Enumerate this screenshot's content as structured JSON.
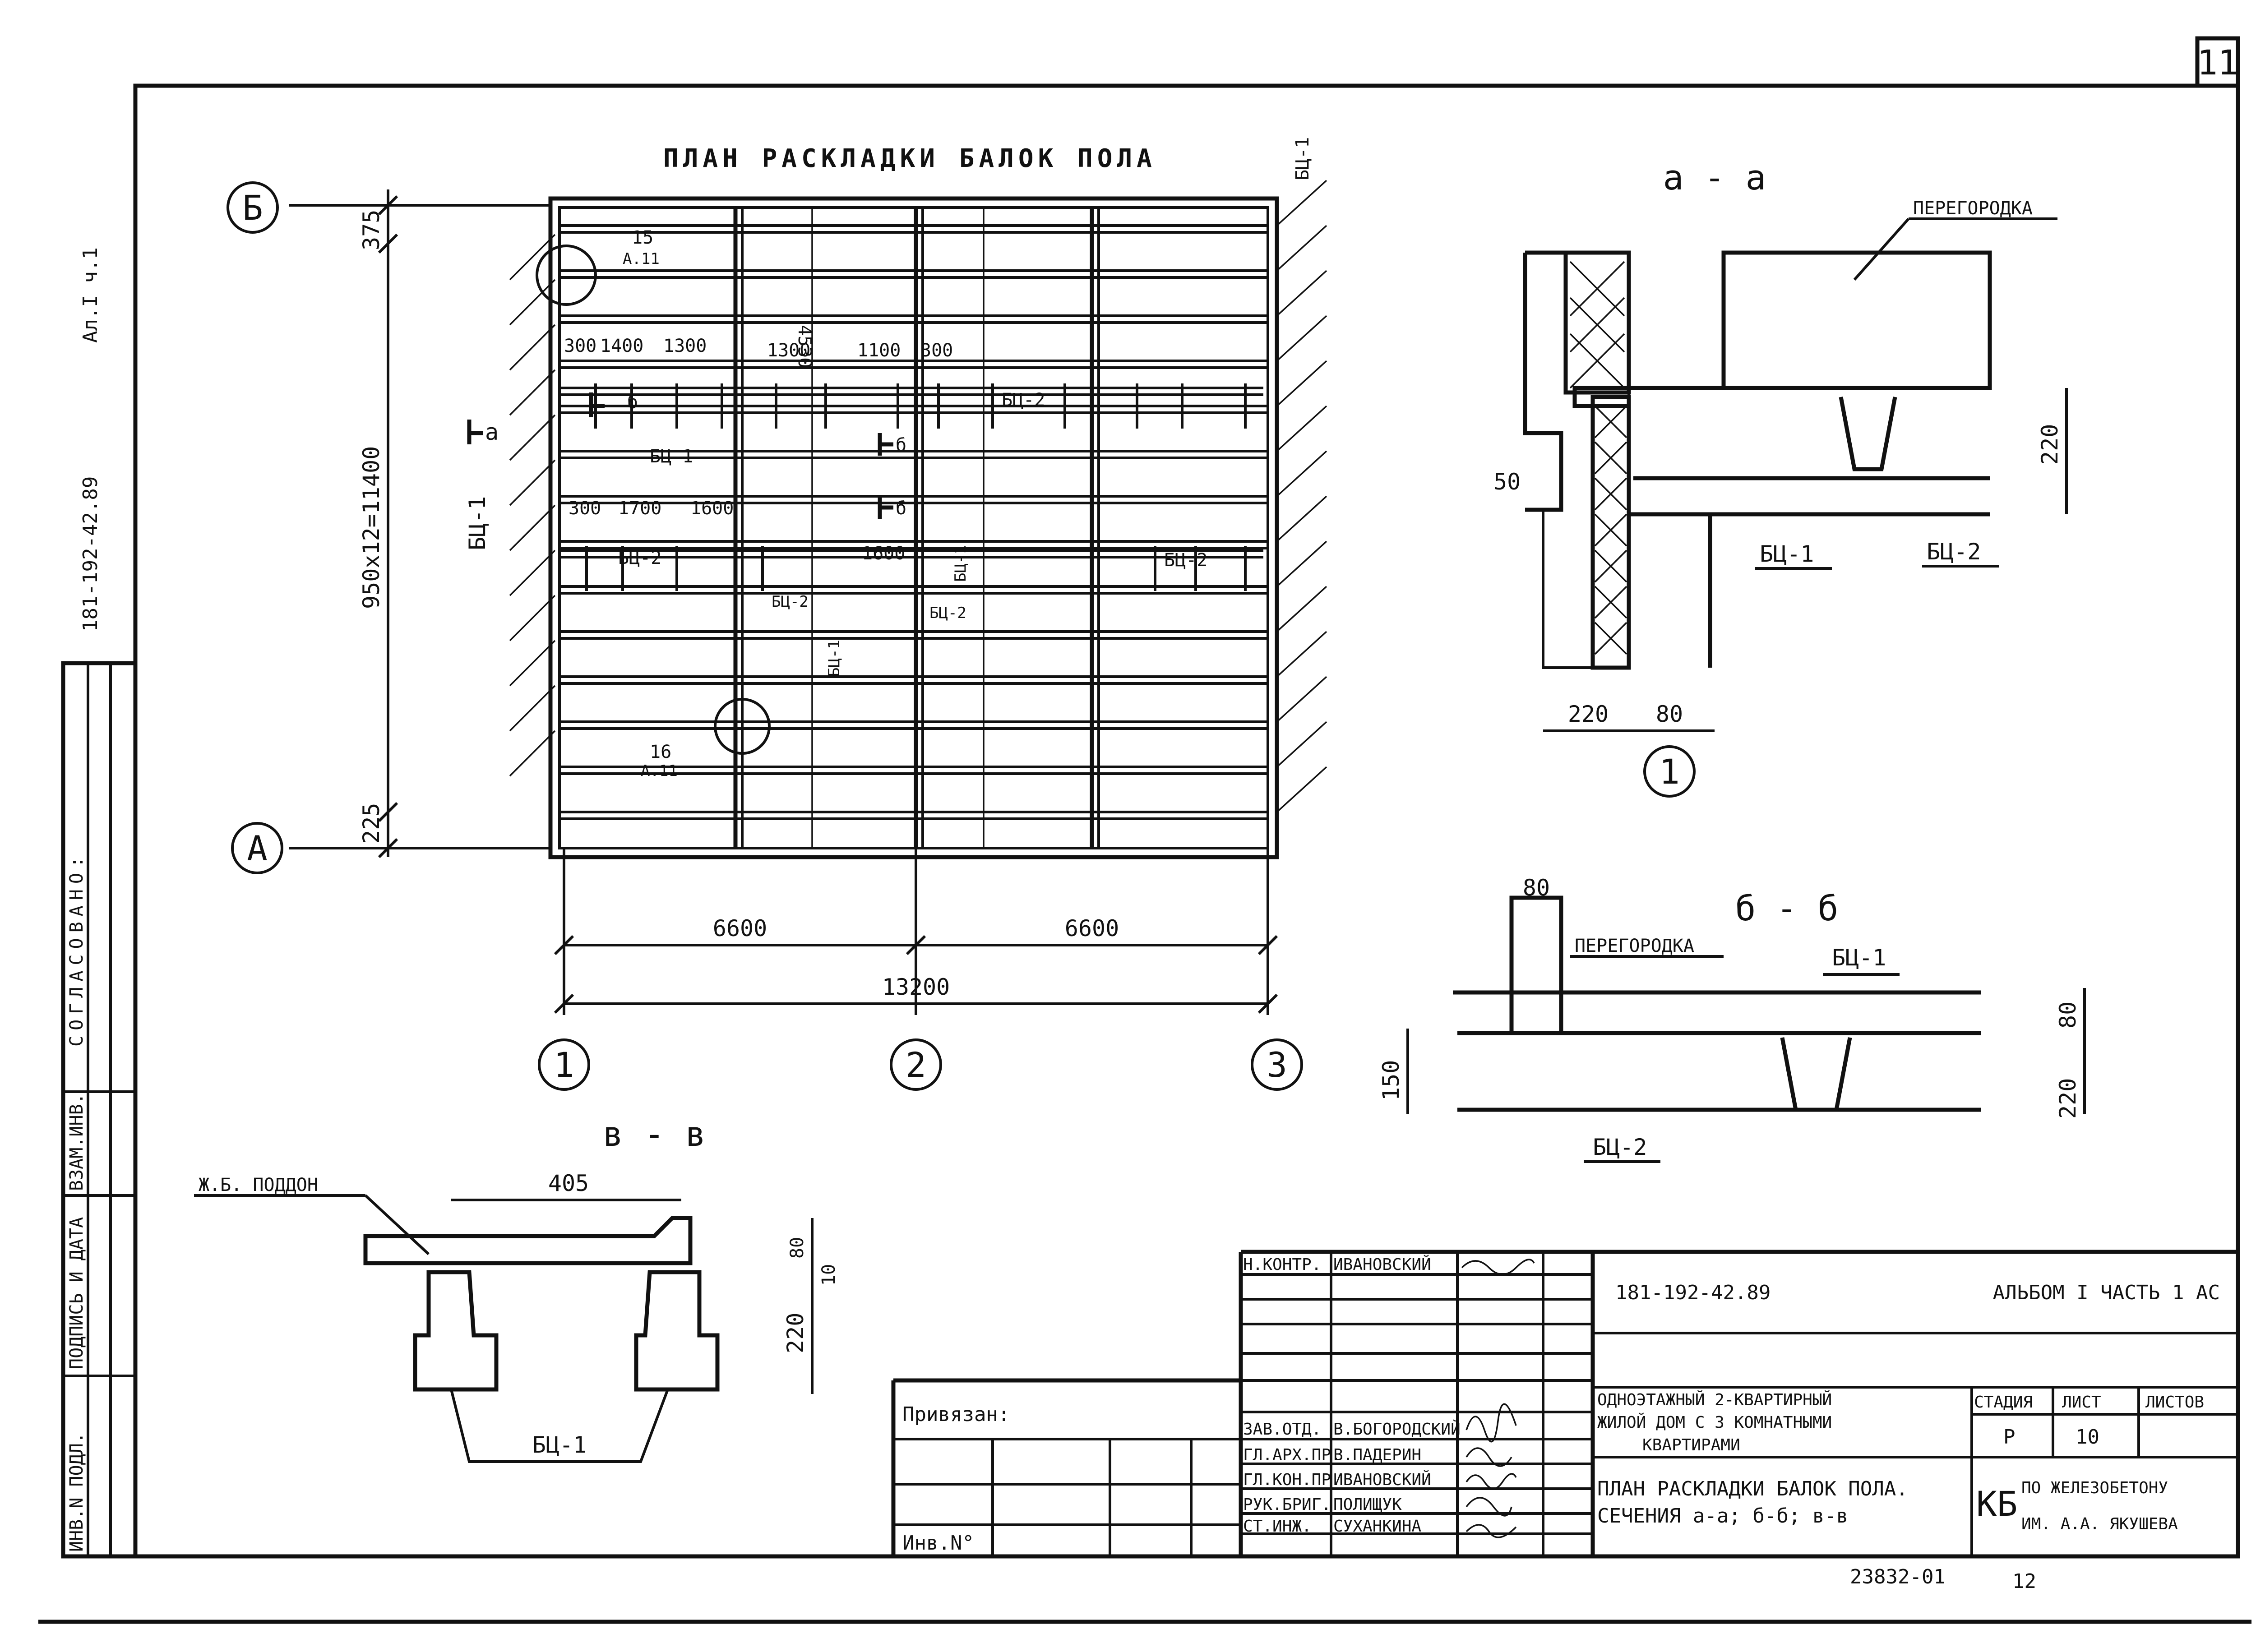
{
  "sheet": {
    "number": "11",
    "code_vertical": "181-192-42.89",
    "album_vertical": "Ал.I ч.1",
    "soglasovano": "СОГЛАСОВАНО:",
    "side_stamp": [
      "ВЗАМ.ИНВ.",
      "ПОДПИСЬ И ДАТА",
      "ИНВ.N ПОДЛ."
    ],
    "footer_number": "23832-01",
    "footer_page": "12"
  },
  "plan": {
    "title": "ПЛАН РАСКЛАДКИ БАЛОК ПОЛА",
    "axes_letters": [
      "Б",
      "А"
    ],
    "axes_numbers": [
      "1",
      "2",
      "3"
    ],
    "dims_bottom": [
      "6600",
      "6600",
      "13200"
    ],
    "dims_left": [
      "375",
      "950x12=11400",
      "225"
    ],
    "dim_4530": "4530",
    "row1_dims": [
      "300",
      "1400",
      "1300",
      "1300",
      "1100",
      "300"
    ],
    "row2_dims": [
      "300",
      "1700",
      "1600"
    ],
    "dim_1600": "1600",
    "callouts": [
      {
        "num": "15",
        "sheet": "А.11"
      },
      {
        "num": "16",
        "sheet": "А.11"
      }
    ],
    "section_marks": [
      "а",
      "б",
      "б",
      "б"
    ],
    "beam_labels": [
      "БЦ-1",
      "БЦ-1",
      "БЦ-1",
      "БЦ-1",
      "БЦ-1",
      "БЦ-2",
      "БЦ-2",
      "БЦ-2",
      "БЦ-2",
      "БЦ-2"
    ]
  },
  "section_aa": {
    "title": "а - а",
    "label_partition": "ПЕРЕГОРОДКА",
    "dims": [
      "220",
      "50",
      "220",
      "80"
    ],
    "beam_labels": [
      "БЦ-1",
      "БЦ-2"
    ],
    "axis": "1"
  },
  "section_bb": {
    "title": "б - б",
    "label_partition": "ПЕРЕГОРОДКА",
    "dims": [
      "80",
      "80",
      "150",
      "220"
    ],
    "beam_labels": [
      "БЦ-1",
      "БЦ-2"
    ]
  },
  "section_vv": {
    "title": "в - в",
    "label_tray": "Ж.Б. ПОДДОН",
    "dims": [
      "405",
      "80",
      "10",
      "220"
    ],
    "beam_label": "БЦ-1"
  },
  "title_block": {
    "privyazan": "Привязан:",
    "inv_no": "Инв.N°",
    "staff": [
      {
        "role": "Н.КОНТР.",
        "name": "ИВАНОВСКИЙ"
      },
      {
        "role": "ЗАВ.ОТД.",
        "name": "В.БОГОРОДСКИЙ"
      },
      {
        "role": "ГЛ.АРХ.ПР.",
        "name": "В.ПАДЕРИН"
      },
      {
        "role": "ГЛ.КОН.ПР.",
        "name": "ИВАНОВСКИЙ"
      },
      {
        "role": "РУК.БРИГ.",
        "name": "ПОЛИЩУК"
      },
      {
        "role": "СТ.ИНЖ.",
        "name": "СУХАНКИНА"
      }
    ],
    "doc_code": "181-192-42.89",
    "album": "АЛЬБОМ I ЧАСТЬ 1 АС",
    "project_lines": [
      "ОДНОЭТАЖНЫЙ 2-КВАРТИРНЫЙ",
      "ЖИЛОЙ ДОМ С 3 КОМНАТНЫМИ",
      "КВАРТИРАМИ"
    ],
    "sheet_title_lines": [
      "ПЛАН РАСКЛАДКИ БАЛОК ПОЛА.",
      "СЕЧЕНИЯ а-а; б-б; в-в"
    ],
    "stage_header": "СТАДИЯ",
    "sheet_header": "ЛИСТ",
    "sheets_header": "ЛИСТОВ",
    "stage": "Р",
    "sheet_no": "10",
    "org_logo": "КБ",
    "org_lines": [
      "ПО ЖЕЛЕЗОБЕТОНУ",
      "ИМ. А.А. ЯКУШЕВА"
    ]
  }
}
